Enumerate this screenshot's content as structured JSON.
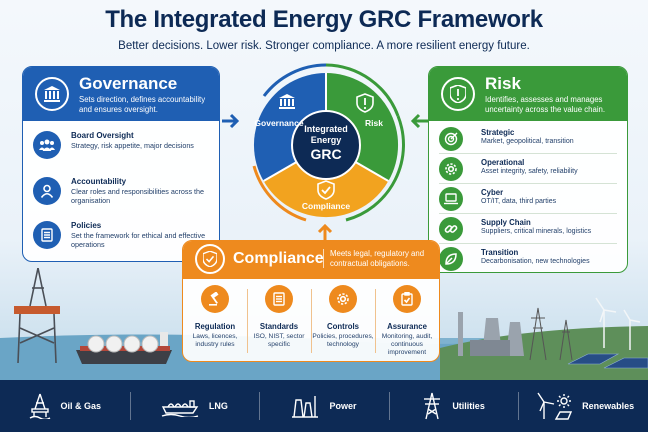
{
  "title": "The Integrated Energy GRC Framework",
  "subtitle": "Better decisions. Lower risk. Stronger compliance. A more resilient energy future.",
  "colors": {
    "navy": "#0d2a55",
    "governance": "#1f5fb3",
    "risk": "#3a9a3a",
    "compliance": "#ee8a1e"
  },
  "wheel": {
    "center": [
      "Integrated",
      "Energy",
      "GRC"
    ],
    "segments": {
      "governance": "Governance",
      "risk": "Risk",
      "compliance": "Compliance"
    }
  },
  "governance": {
    "title": "Governance",
    "description": "Sets direction, defines accountability and ensures oversight.",
    "icon": "pillared-building-icon",
    "items": [
      {
        "title": "Board Oversight",
        "desc": "Strategy, risk appetite, major decisions",
        "icon": "people-group-icon"
      },
      {
        "title": "Accountability",
        "desc": "Clear roles and responsibilities across the organisation",
        "icon": "person-icon"
      },
      {
        "title": "Policies",
        "desc": "Set the framework for ethical and effective operations",
        "icon": "document-icon"
      }
    ]
  },
  "risk": {
    "title": "Risk",
    "description": "Identifies, assesses and manages uncertainty across the value chain.",
    "icon": "shield-alert-icon",
    "items": [
      {
        "title": "Strategic",
        "desc": "Market, geopolitical, transition",
        "icon": "target-icon"
      },
      {
        "title": "Operational",
        "desc": "Asset integrity, safety, reliability",
        "icon": "gear-icon"
      },
      {
        "title": "Cyber",
        "desc": "OT/IT, data, third parties",
        "icon": "laptop-icon"
      },
      {
        "title": "Supply Chain",
        "desc": "Suppliers, critical minerals, logistics",
        "icon": "chain-link-icon"
      },
      {
        "title": "Transition",
        "desc": "Decarbonisation, new technologies",
        "icon": "leaf-icon"
      }
    ]
  },
  "compliance": {
    "title": "Compliance",
    "description": "Meets legal, regulatory and contractual obligations.",
    "icon": "shield-check-icon",
    "items": [
      {
        "title": "Regulation",
        "desc": "Laws, licences, industry rules",
        "icon": "gavel-icon"
      },
      {
        "title": "Standards",
        "desc": "ISO, NIST, sector specific",
        "icon": "document-list-icon"
      },
      {
        "title": "Controls",
        "desc": "Policies, procedures, technology",
        "icon": "gear-icon"
      },
      {
        "title": "Assurance",
        "desc": "Monitoring, audit, continuous improvement",
        "icon": "clipboard-check-icon"
      }
    ]
  },
  "sectors": [
    {
      "label": "Oil & Gas",
      "icon": "oil-rig-icon"
    },
    {
      "label": "LNG",
      "icon": "lng-tanker-icon"
    },
    {
      "label": "Power",
      "icon": "power-plant-icon"
    },
    {
      "label": "Utilities",
      "icon": "transmission-tower-icon"
    },
    {
      "label": "Renewables",
      "icon": "wind-turbine-icon"
    }
  ]
}
